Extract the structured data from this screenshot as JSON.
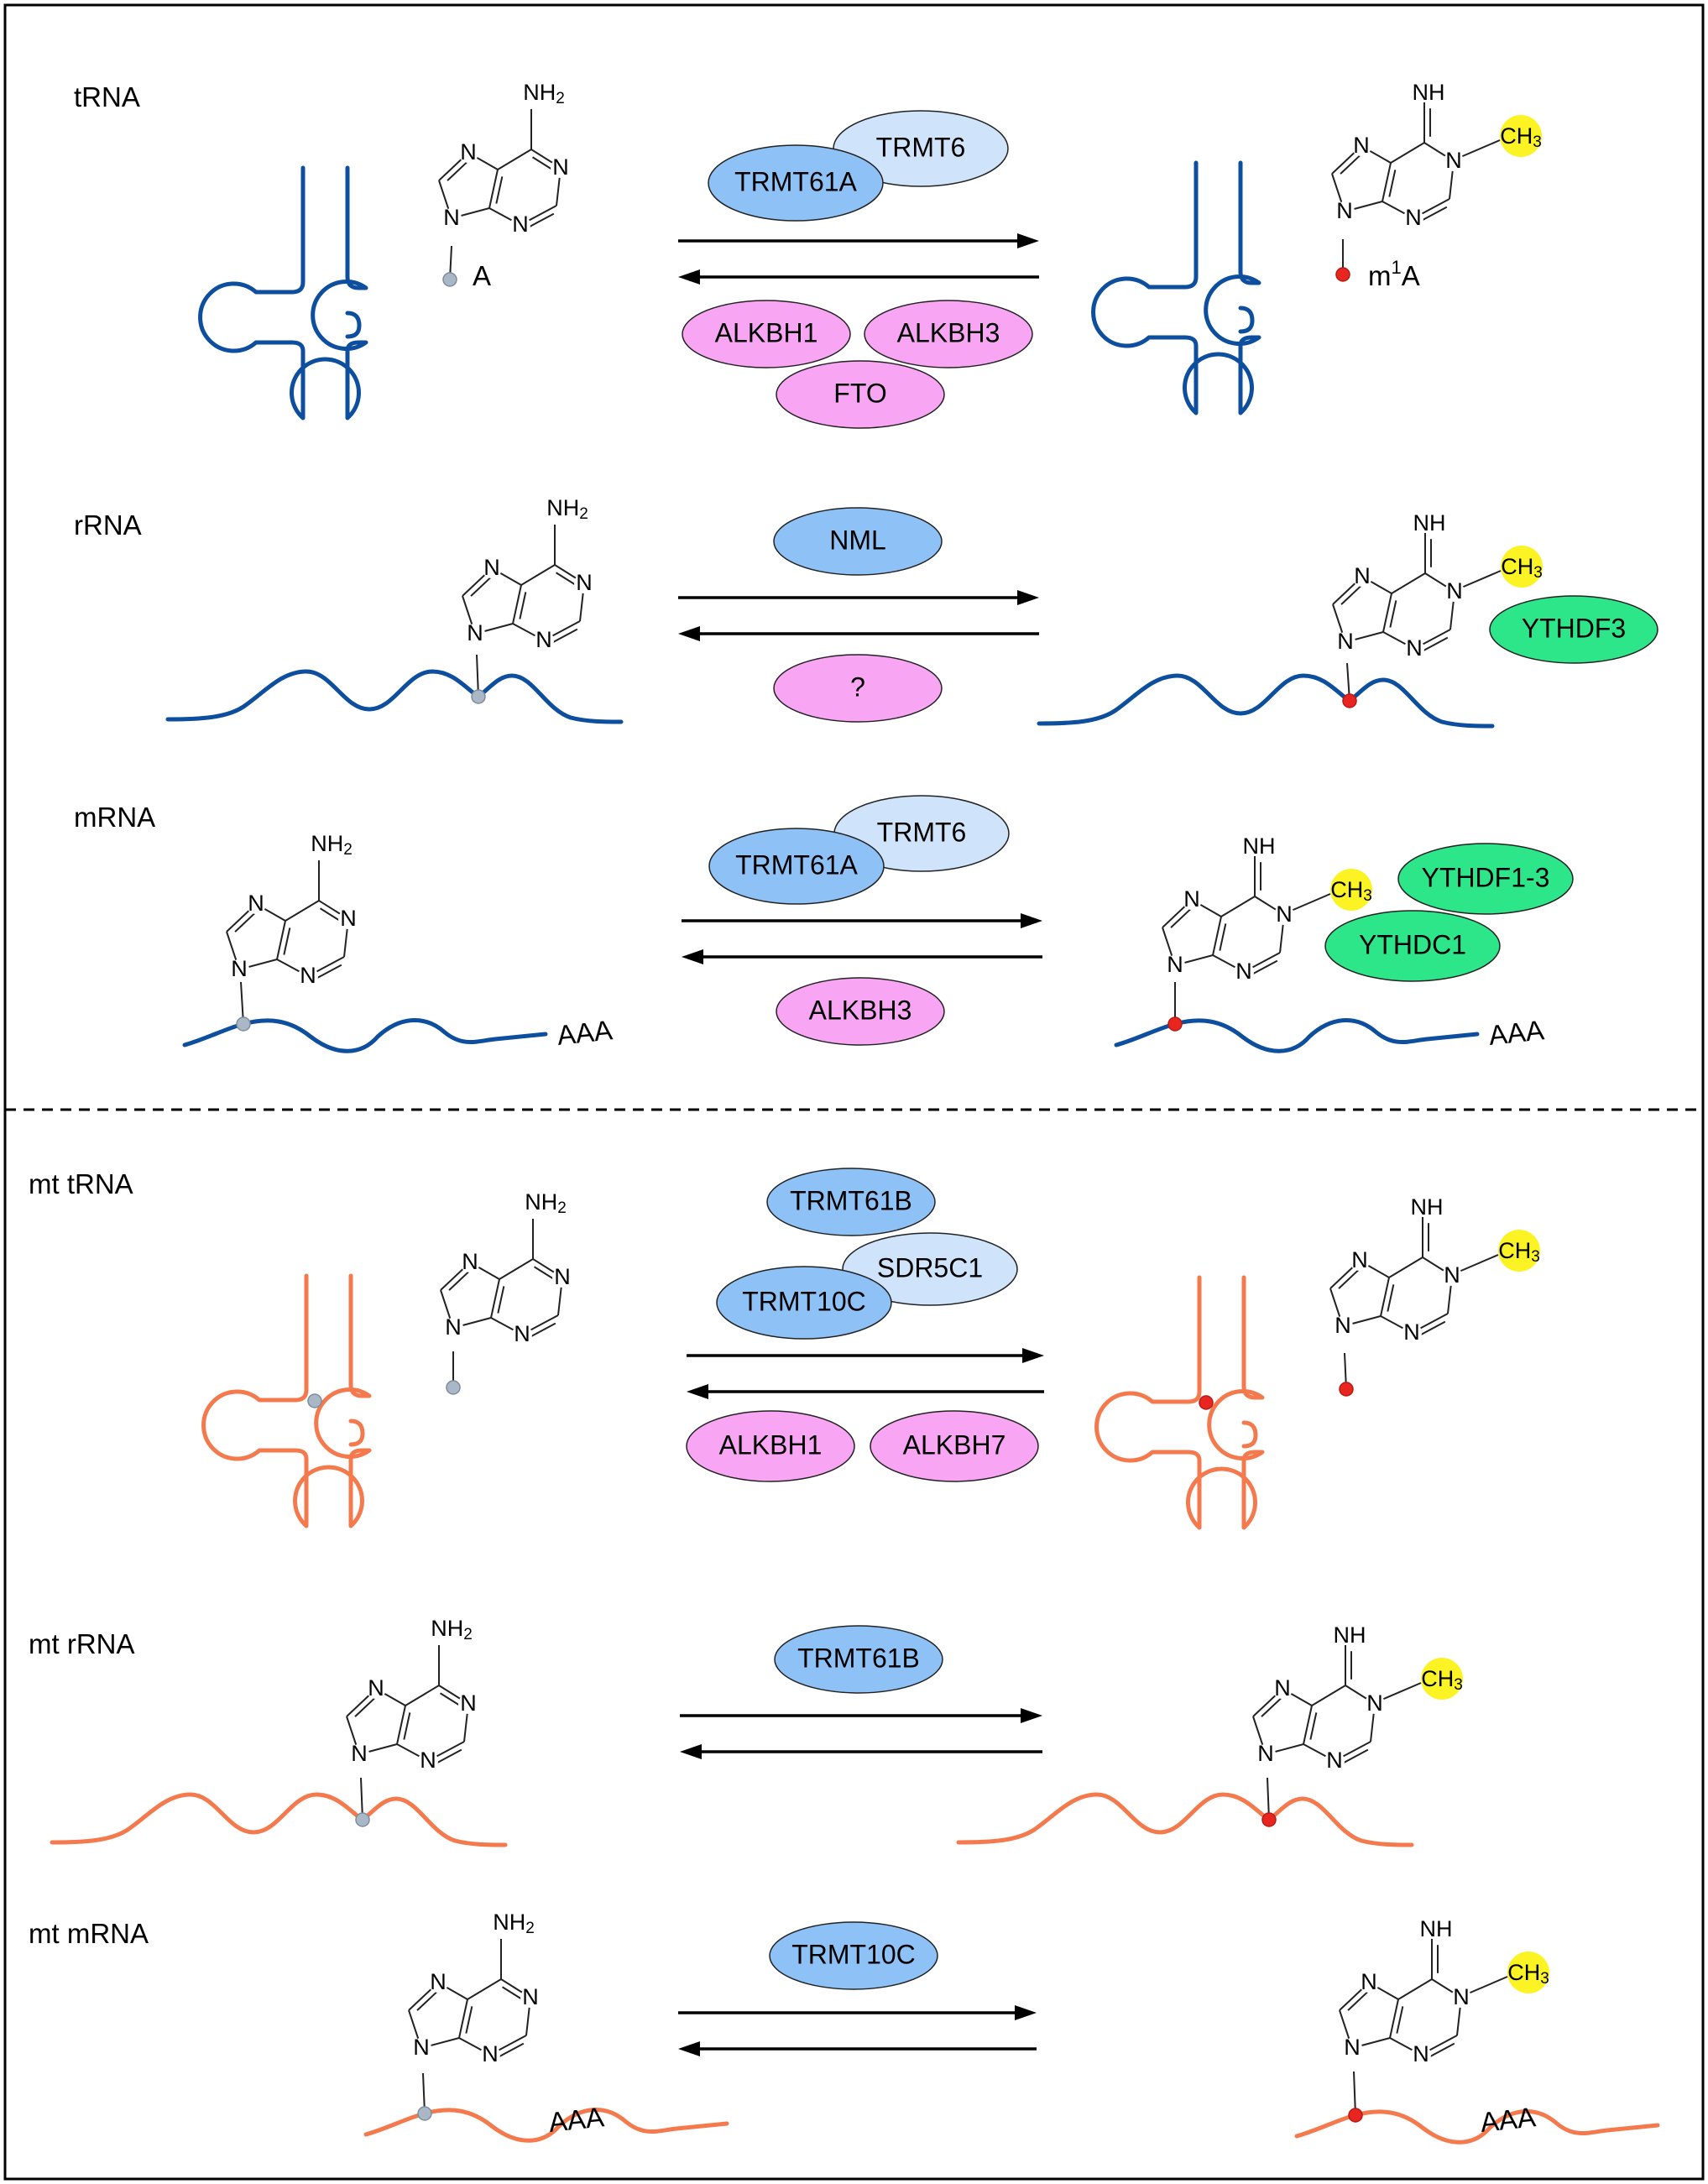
{
  "sections": [
    {
      "label": "tRNA",
      "substrate_label": "A",
      "product_label_base": "m",
      "product_label_sup": "1",
      "product_label_end": "A",
      "writers": [
        "TRMT61A",
        "TRMT6"
      ],
      "erasers": [
        "ALKBH1",
        "ALKBH3",
        "FTO"
      ],
      "readers": []
    },
    {
      "label": "rRNA",
      "writers": [
        "NML"
      ],
      "erasers": [
        "?"
      ],
      "readers": [
        "YTHDF3"
      ]
    },
    {
      "label": "mRNA",
      "tail": "AAA",
      "writers": [
        "TRMT61A",
        "TRMT6"
      ],
      "erasers": [
        "ALKBH3"
      ],
      "readers": [
        "YTHDF1-3",
        "YTHDC1"
      ]
    },
    {
      "label": "mt tRNA",
      "writers": [
        "TRMT61B",
        "TRMT10C",
        "SDR5C1"
      ],
      "erasers": [
        "ALKBH1",
        "ALKBH7"
      ],
      "readers": []
    },
    {
      "label": "mt rRNA",
      "writers": [
        "TRMT61B"
      ],
      "erasers": [],
      "readers": []
    },
    {
      "label": "mt mRNA",
      "tail": "AAA",
      "writers": [
        "TRMT10C"
      ],
      "erasers": [],
      "readers": []
    }
  ],
  "chem": {
    "N": "N",
    "NH": "NH",
    "CH": "CH",
    "sub3": "3",
    "sub2": "2"
  },
  "colors": {
    "cytoplasmic_strand": "#0d4f9e",
    "mitochondrial_strand": "#f47a4e",
    "writer_primary": "#8ec1f5",
    "writer_secondary": "#cfe4fb",
    "eraser": "#f8a6f4",
    "reader": "#2ee68a",
    "methyl": "#fbf323",
    "modified_site": "#e8261f",
    "unmodified_site": "#a9b7c6"
  }
}
